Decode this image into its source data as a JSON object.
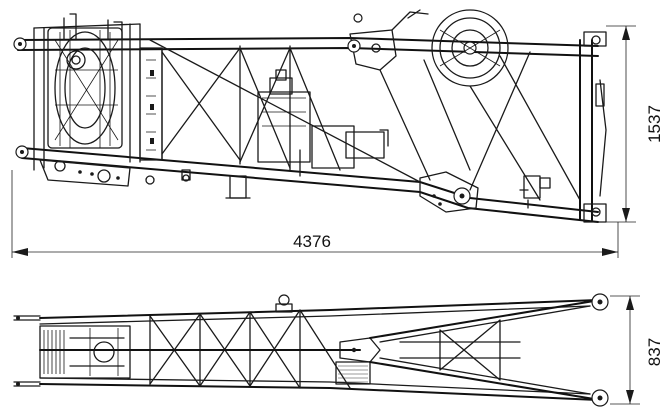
{
  "dimensions": {
    "side_length": "4376",
    "side_height": "1537",
    "top_width": "837"
  }
}
